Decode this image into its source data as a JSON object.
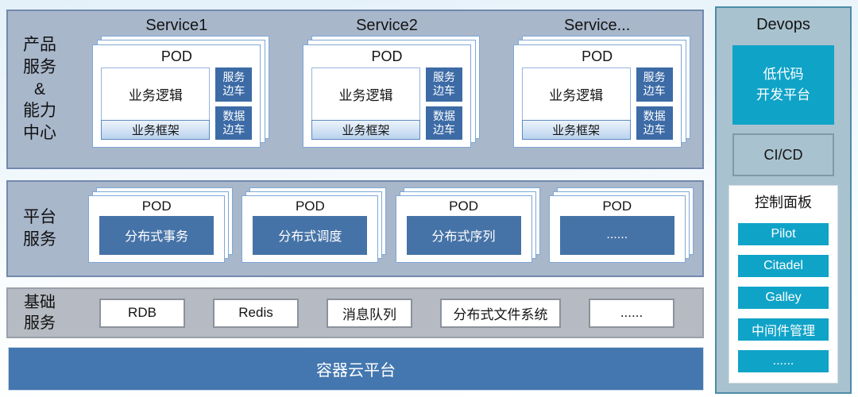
{
  "diagram": {
    "product_section": {
      "label_lines": [
        "产品",
        "服务",
        "&",
        "能力",
        "中心"
      ],
      "services": [
        {
          "title": "Service1",
          "pod_title": "POD",
          "logic": "业务逻辑",
          "framework": "业务框架",
          "sidecar_service": "服务\n边车",
          "sidecar_data": "数据\n边车"
        },
        {
          "title": "Service2",
          "pod_title": "POD",
          "logic": "业务逻辑",
          "framework": "业务框架",
          "sidecar_service": "服务\n边车",
          "sidecar_data": "数据\n边车"
        },
        {
          "title": "Service...",
          "pod_title": "POD",
          "logic": "业务逻辑",
          "framework": "业务框架",
          "sidecar_service": "服务\n边车",
          "sidecar_data": "数据\n边车"
        }
      ]
    },
    "platform_section": {
      "label_lines": [
        "平台",
        "服务"
      ],
      "pods": [
        {
          "pod_title": "POD",
          "name": "分布式事务"
        },
        {
          "pod_title": "POD",
          "name": "分布式调度"
        },
        {
          "pod_title": "POD",
          "name": "分布式序列"
        },
        {
          "pod_title": "POD",
          "name": "......"
        }
      ]
    },
    "base_section": {
      "label_lines": [
        "基础",
        "服务"
      ],
      "items": [
        "RDB",
        "Redis",
        "消息队列",
        "分布式文件系统",
        "......"
      ]
    },
    "container_platform_label": "容器云平台",
    "devops": {
      "title": "Devops",
      "lowcode_label": "低代码\n开发平台",
      "cicd_label": "CI/CD",
      "control_panel": {
        "title": "控制面板",
        "buttons": [
          "Pilot",
          "Citadel",
          "Galley",
          "中间件管理",
          "......"
        ]
      }
    },
    "colors": {
      "section_fill": "#a9b7cb",
      "section_border": "#7289ac",
      "base_fill": "#b6bac2",
      "card_border": "#7ea8d6",
      "dark_blue": "#3d6ba6",
      "platform_bar_blue": "#4673a7",
      "bottom_bar_blue": "#4477af",
      "devops_fill": "#a9c2cf",
      "devops_border": "#4d8ca8",
      "accent_cyan": "#10a3c8"
    }
  }
}
